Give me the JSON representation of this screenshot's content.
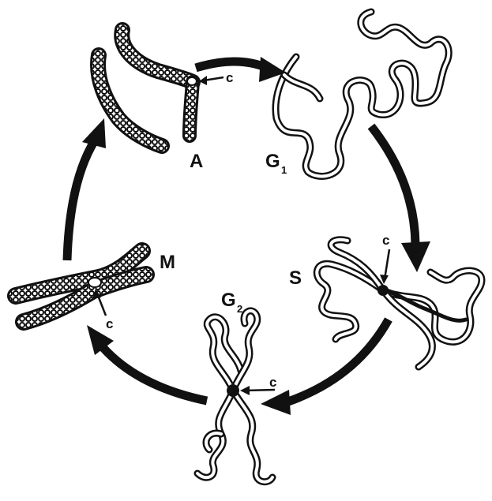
{
  "phases": {
    "A": "A",
    "G1": "G",
    "G1_sub": "1",
    "S": "S",
    "G2": "G",
    "G2_sub": "2",
    "M": "M"
  },
  "centromere_label": "c"
}
